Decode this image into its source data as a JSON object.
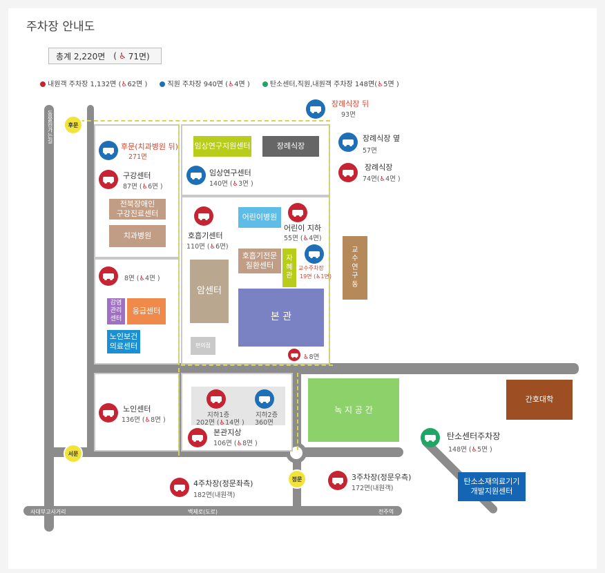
{
  "title": "주차장 안내도",
  "total": {
    "label": "총계 2,220면",
    "accessible": "(",
    "accessible_count": "71면)"
  },
  "legend": [
    {
      "color": "#c52432",
      "text": "내원객 주차장 1,132면 (",
      "count": "62면 )"
    },
    {
      "color": "#1e6fb5",
      "text": "직원 주차장 940면 (",
      "count": "4면 )"
    },
    {
      "color": "#20a564",
      "text": "탄소센터,직원,내원객 주차장 148면(",
      "count": "5면 )"
    }
  ],
  "roads": {
    "left": "동물원가는길",
    "bottom_left": "사대부고사거리",
    "bottom_mid": "백제로(도로)",
    "bottom_right": "전주역"
  },
  "gates": {
    "back": "후문",
    "west": "서문",
    "main": "정문"
  },
  "buildings": {
    "clinical_support": "임상연구지원센터",
    "funeral": "장례식장",
    "rehab": "전북장애인\n구강진료센터",
    "dental": "치과병원",
    "children": "어린이병원",
    "respiratory_center": "호흡기전문\n질환센터",
    "jahye": "자\n혜\n관",
    "professor_research": "교\n수\n연\n구\n동",
    "cancer": "암센터",
    "main": "본 관",
    "convenience": "편의점",
    "infection": "감염\n관리\n센터",
    "emergency": "응급센터",
    "elderly_medical": "노인보건\n의료센터",
    "green": "녹 지 공 간",
    "nursing": "간호대학",
    "carbon_dev": "탄소소재의료기기\n개발지원센터"
  },
  "parking": {
    "funeral_back": {
      "name": "장례식장 뒤",
      "count": "93면"
    },
    "funeral_side": {
      "name": "장례식장 옆",
      "count": "57면"
    },
    "funeral": {
      "name": "장례식장",
      "count": "74면(",
      "wc": "4면 )"
    },
    "backgate_dental": {
      "name": "후문(치과병원 뒤)",
      "count": "271면"
    },
    "oral_center": {
      "name": "구강센터",
      "count": "87면 (",
      "wc": "6면 )"
    },
    "clinical_center": {
      "name": "임상연구센터",
      "count": "140면 (",
      "wc": "3면 )"
    },
    "respiratory": {
      "name": "호흡기센터",
      "count": "110면 (",
      "wc": "6면)"
    },
    "children_basement": {
      "name": "어린이 지하",
      "count": "55면 (",
      "wc": "4면)"
    },
    "professor": {
      "name": "교수주차장",
      "count": "19면 (",
      "wc": "1면)"
    },
    "west_small": {
      "count": "8면 (",
      "wc": "4면 )"
    },
    "main_small": {
      "count": "8면"
    },
    "elderly": {
      "name": "노인센터",
      "count": "136면 (",
      "wc": "8면 )"
    },
    "basement1": {
      "name": "지하1층",
      "count": "202면 (",
      "wc": "14면 )"
    },
    "basement2": {
      "name": "지하2층",
      "count": "360면"
    },
    "main_ground": {
      "name": "본관지상",
      "count": "106면 (",
      "wc": "8면 )"
    },
    "lot4": {
      "name": "4주차장(정문좌측)",
      "count": "182면(내원객)"
    },
    "lot3": {
      "name": "3주차장(정문우측)",
      "count": "172면(내원객)"
    },
    "carbon": {
      "name": "탄소센터주차장",
      "count": "148면 (",
      "wc": "5면 )"
    }
  }
}
